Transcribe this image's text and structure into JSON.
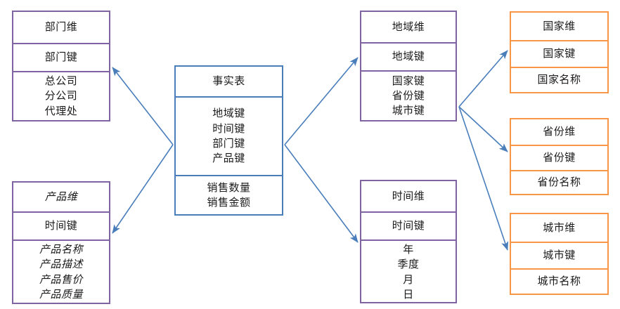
{
  "diagram": {
    "type": "snowflake-schema",
    "palette": {
      "dimension_border": "#8064A2",
      "fact_border": "#4A7EBB",
      "subdimension_border": "#F79646",
      "arrow": "#4A7EBB",
      "background": "#FFFFFF",
      "text": "#1A1A1A"
    }
  },
  "entities": {
    "department": {
      "title": "部门维",
      "key": "部门键",
      "attributes": [
        "总公司",
        "分公司",
        "代理处"
      ]
    },
    "product": {
      "title": "产品维",
      "key": "时间键",
      "attributes": [
        "产品名称",
        "产品描述",
        "产品售价",
        "产品质量"
      ]
    },
    "fact": {
      "title": "事实表",
      "keys": [
        "地域键",
        "时间键",
        "部门键",
        "产品键"
      ],
      "measures": [
        "销售数量",
        "销售金额"
      ]
    },
    "region": {
      "title": "地域维",
      "key": "地域键",
      "attributes": [
        "国家键",
        "省份键",
        "城市键"
      ]
    },
    "time": {
      "title": "时间维",
      "key": "时间键",
      "attributes": [
        "年",
        "季度",
        "月",
        "日"
      ]
    },
    "country": {
      "title": "国家维",
      "key": "国家键",
      "attributes": [
        "国家名称"
      ]
    },
    "province": {
      "title": "省份维",
      "key": "省份键",
      "attributes": [
        "省份名称"
      ]
    },
    "city": {
      "title": "城市维",
      "key": "城市键",
      "attributes": [
        "城市名称"
      ]
    }
  },
  "connections": [
    {
      "from": "fact",
      "to": "department"
    },
    {
      "from": "fact",
      "to": "product"
    },
    {
      "from": "fact",
      "to": "region"
    },
    {
      "from": "fact",
      "to": "time"
    },
    {
      "from": "region",
      "to": "country"
    },
    {
      "from": "region",
      "to": "province"
    },
    {
      "from": "region",
      "to": "city"
    }
  ]
}
